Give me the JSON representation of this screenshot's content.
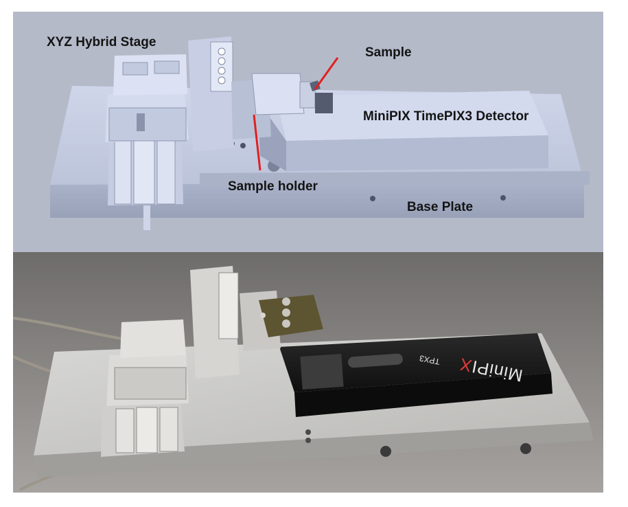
{
  "labels": {
    "stage": "XYZ Hybrid Stage",
    "sample": "Sample",
    "detector": "MiniPIX TimePIX3 Detector",
    "holder": "Sample holder",
    "base_plate": "Base Plate"
  },
  "device_branding": {
    "main_prefix": "MiniPI",
    "main_x": "X",
    "sub": "TPX3"
  },
  "colors": {
    "render_background": "#b4bac8",
    "leader_line": "#e02020",
    "brand_accent": "#e53b3b"
  }
}
